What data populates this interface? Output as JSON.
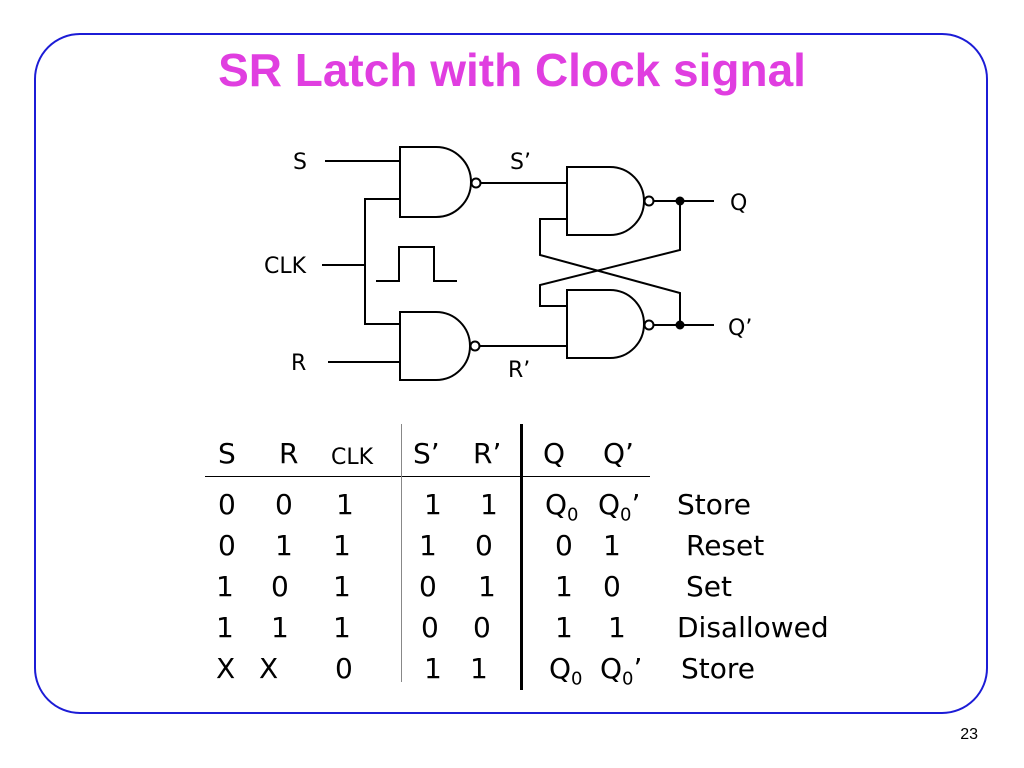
{
  "slide": {
    "title": "SR Latch with Clock signal",
    "title_color": "#e03ee0",
    "frame_color": "#1c1cd6",
    "page_number": "23"
  },
  "circuit": {
    "inputs": [
      "S",
      "CLK",
      "R"
    ],
    "internal": [
      "S’",
      "R’"
    ],
    "outputs": [
      "Q",
      "Q’"
    ]
  },
  "truth_table": {
    "headers": {
      "inputs": [
        "S",
        "R",
        "CLK"
      ],
      "internal": [
        "S’",
        "R’"
      ],
      "outputs": [
        "Q",
        "Q’"
      ]
    },
    "rows": [
      {
        "s": "0",
        "r": "0",
        "clk": "1",
        "sp": "1",
        "rp": "1",
        "q": "Q",
        "q_sub": "0",
        "qn": "Q",
        "qn_sub": "0",
        "qn_suffix": "’",
        "state": "Store"
      },
      {
        "s": "0",
        "r": "1",
        "clk": "1",
        "sp": "1",
        "rp": "0",
        "q": "0",
        "q_sub": "",
        "qn": "1",
        "qn_sub": "",
        "qn_suffix": "",
        "state": "Reset"
      },
      {
        "s": "1",
        "r": "0",
        "clk": "1",
        "sp": "0",
        "rp": "1",
        "q": "1",
        "q_sub": "",
        "qn": "0",
        "qn_sub": "",
        "qn_suffix": "",
        "state": "Set"
      },
      {
        "s": "1",
        "r": "1",
        "clk": "1",
        "sp": "0",
        "rp": "0",
        "q": "1",
        "q_sub": "",
        "qn": "1",
        "qn_sub": "",
        "qn_suffix": "",
        "state": "Disallowed"
      },
      {
        "s": "X",
        "r": "X",
        "clk": "0",
        "sp": "1",
        "rp": "1",
        "q": "Q",
        "q_sub": "0",
        "qn": "Q",
        "qn_sub": "0",
        "qn_suffix": "’",
        "state": "Store"
      }
    ]
  }
}
